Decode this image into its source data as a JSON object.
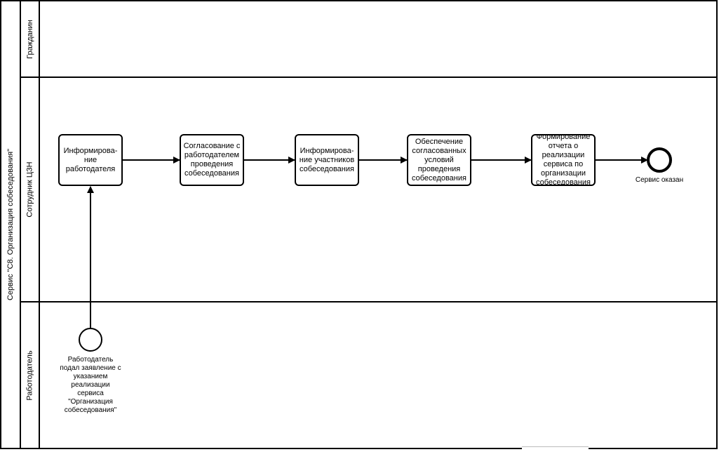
{
  "pool": {
    "title": "Сервис \"С8. Организация собеседования\""
  },
  "lanes": [
    {
      "name": "Гражданин"
    },
    {
      "name": "Сотрудник ЦЗН"
    },
    {
      "name": "Работодатель"
    }
  ],
  "tasks": [
    {
      "id": "t1",
      "label": "Информирова-ние работодателя"
    },
    {
      "id": "t2",
      "label": "Согласование с работодателем проведения собеседования"
    },
    {
      "id": "t3",
      "label": "Информирова-ние участников собеседования"
    },
    {
      "id": "t4",
      "label": "Обеспечение согласованных условий проведения собеседования"
    },
    {
      "id": "t5",
      "label": "Формирование отчета о реализации сервиса по организации собеседования"
    }
  ],
  "start_event": {
    "label": "Работодатель подал заявление с указанием реализации сервиса \"Организация собеседования\""
  },
  "end_event": {
    "label": "Сервис оказан"
  }
}
